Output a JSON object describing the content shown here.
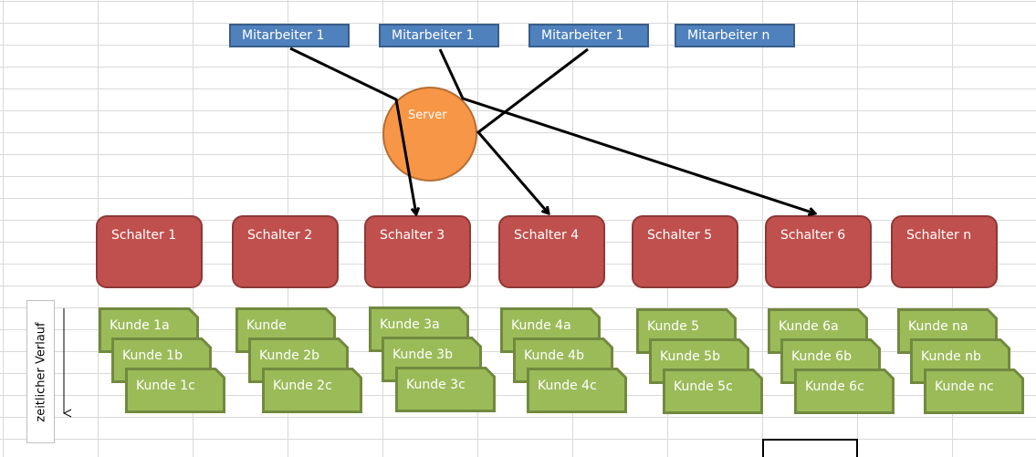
{
  "mitarbeiter": [
    {
      "label": "Mitarbeiter  1"
    },
    {
      "label": "Mitarbeiter  1"
    },
    {
      "label": "Mitarbeiter  1"
    },
    {
      "label": "Mitarbeiter  n"
    }
  ],
  "server": {
    "label": "Server"
  },
  "schalter": [
    {
      "label": "Schalter  1"
    },
    {
      "label": "Schalter  2"
    },
    {
      "label": "Schalter  3"
    },
    {
      "label": "Schalter  4"
    },
    {
      "label": "Schalter  5"
    },
    {
      "label": "Schalter  6"
    },
    {
      "label": "Schalter  n"
    }
  ],
  "kunden": [
    [
      "Kunde  1a",
      "Kunde  1b",
      "Kunde  1c"
    ],
    [
      "Kunde",
      "Kunde  2b",
      "Kunde  2c"
    ],
    [
      "Kunde  3a",
      "Kunde  3b",
      "Kunde  3c"
    ],
    [
      "Kunde  4a",
      "Kunde  4b",
      "Kunde  4c"
    ],
    [
      "Kunde  5",
      "Kunde  5b",
      "Kunde  5c"
    ],
    [
      "Kunde  6a",
      "Kunde  6b",
      "Kunde  6c"
    ],
    [
      "Kunde  na",
      "Kunde  nb",
      "Kunde  nc"
    ]
  ],
  "timeline": {
    "label": "zeitlicher Verlauf"
  },
  "colors": {
    "mitarbeiter": "#4f81bd",
    "server": "#f79646",
    "schalter": "#c0504d",
    "kunde": "#9bbb59"
  }
}
